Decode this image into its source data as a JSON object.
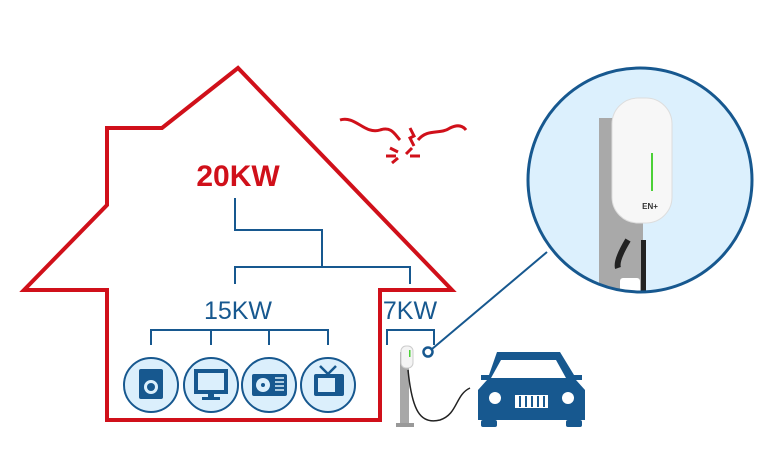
{
  "house": {
    "total_power": "20KW",
    "appliances_power": "15KW",
    "charger_power": "7KW"
  },
  "appliances": [
    {
      "icon": "washing-machine-icon"
    },
    {
      "icon": "monitor-icon"
    },
    {
      "icon": "air-conditioner-icon"
    },
    {
      "icon": "tv-icon"
    }
  ],
  "charger_brand": "EN+",
  "colors": {
    "house_outline": "#d0101a",
    "lines": "#17588f",
    "icon_fill": "#dbeffc",
    "zoom_bg": "#dcf0fd"
  }
}
